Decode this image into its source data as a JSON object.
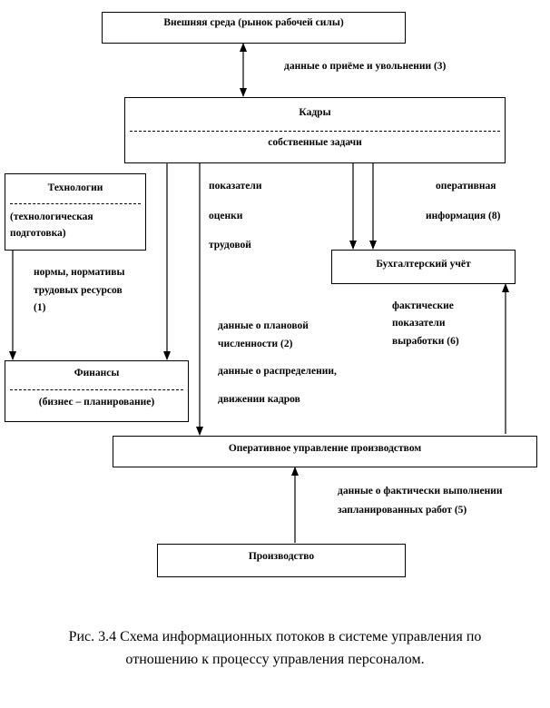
{
  "nodes": {
    "external": "Внешняя среда (рынок рабочей силы)",
    "cadres_title": "Кадры",
    "cadres_sub": "собственные задачи",
    "tech_title": "Технологии",
    "tech_sub_1": "(технологическая",
    "tech_sub_2": "подготовка)",
    "accounting": "Бухгалтерский учёт",
    "finance_title": "Финансы",
    "finance_sub": "(бизнес – планирование)",
    "operations": "Оперативное управление производством",
    "production": "Производство"
  },
  "labels": {
    "l3": "данные о приёме и увольнении (3)",
    "l1_1": "нормы, нормативы",
    "l1_2": "трудовых ресурсов",
    "l1_3": "(1)",
    "perf_1": "показатели",
    "perf_2": "оценки",
    "perf_3": "трудовой",
    "l8_1": "оперативная",
    "l8_2": "информация (8)",
    "l6_1": "фактические",
    "l6_2": "показатели",
    "l6_3": "выработки (6)",
    "l2_1": "данные о плановой",
    "l2_2": "численности (2)",
    "l4_1": "данные о распределении,",
    "l4_2": "движении кадров",
    "l5_1": "данные о фактически выполнении",
    "l5_2": "запланированных работ (5)"
  },
  "caption": {
    "line1": "Рис. 3.4 Схема информационных потоков в системе управления по",
    "line2": "отношению к процессу управления персоналом."
  }
}
